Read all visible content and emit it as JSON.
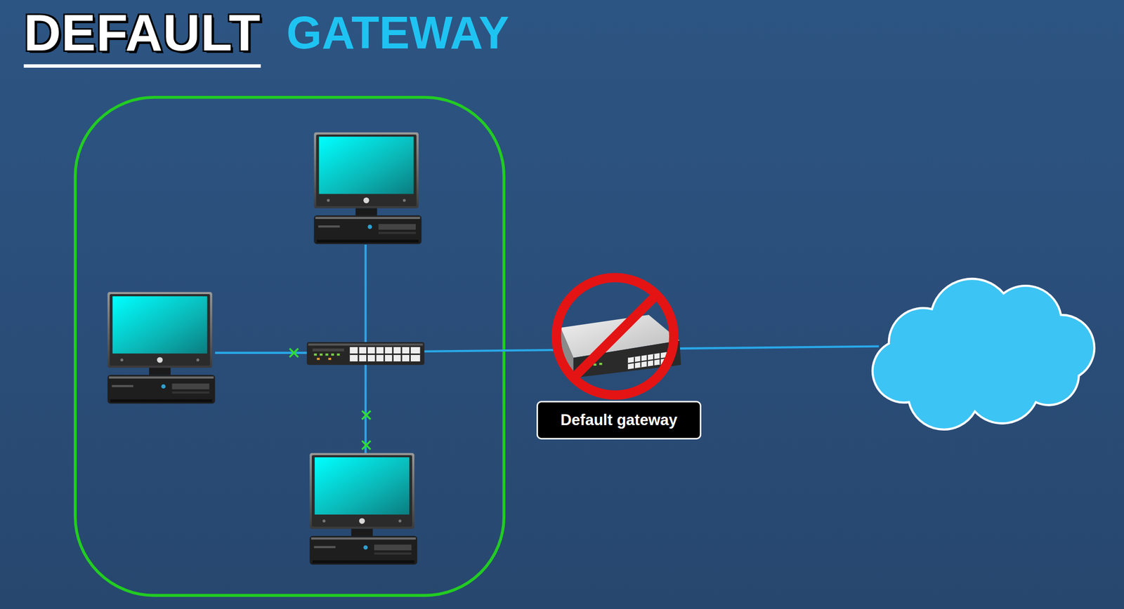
{
  "diagram": {
    "title": "DEFAULT",
    "nodes": [
      {
        "text": [
          "Default gateway"
        ]
      }
    ],
    "labels": [
      "GATEWAY"
    ]
  }
}
